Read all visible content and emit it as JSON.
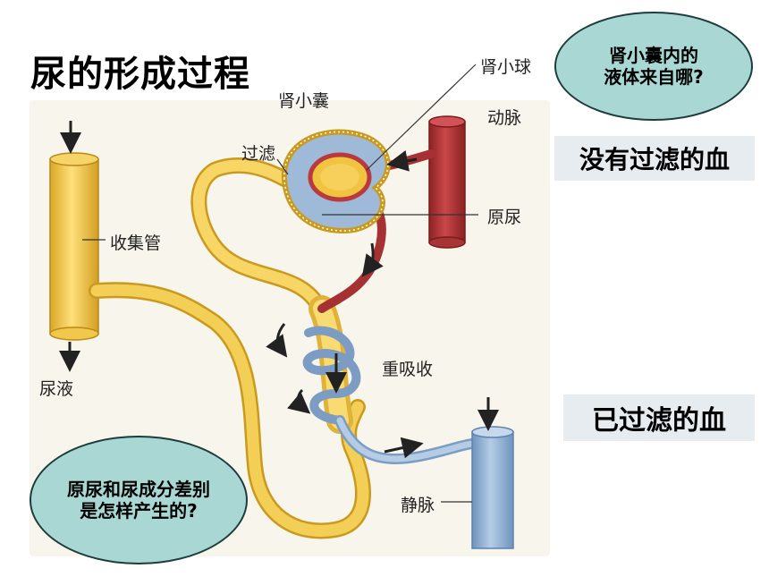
{
  "title": "尿的形成过程",
  "labels": {
    "glomerulus": "肾小球",
    "capsule": "肾小囊",
    "filtration": "过滤",
    "artery": "动脉",
    "primary_urine": "原尿",
    "collecting_duct": "收集管",
    "reabsorption": "重吸收",
    "urine": "尿液",
    "vein": "静脉"
  },
  "question_top": {
    "line1": "肾小囊内的",
    "line2": "液体来自哪?"
  },
  "question_bottom": {
    "line1": "原尿和尿成分差别",
    "line2": "是怎样产生的?"
  },
  "box_unfiltered": "没有过滤的血",
  "box_filtered": "已过滤的血",
  "colors": {
    "tubule": "#f2c84b",
    "tubule_edge": "#c99a1d",
    "artery": "#b5383a",
    "vein": "#8fb0d3",
    "bubble_fill": "#a9d8d4",
    "box_fill": "#e6ecef"
  }
}
